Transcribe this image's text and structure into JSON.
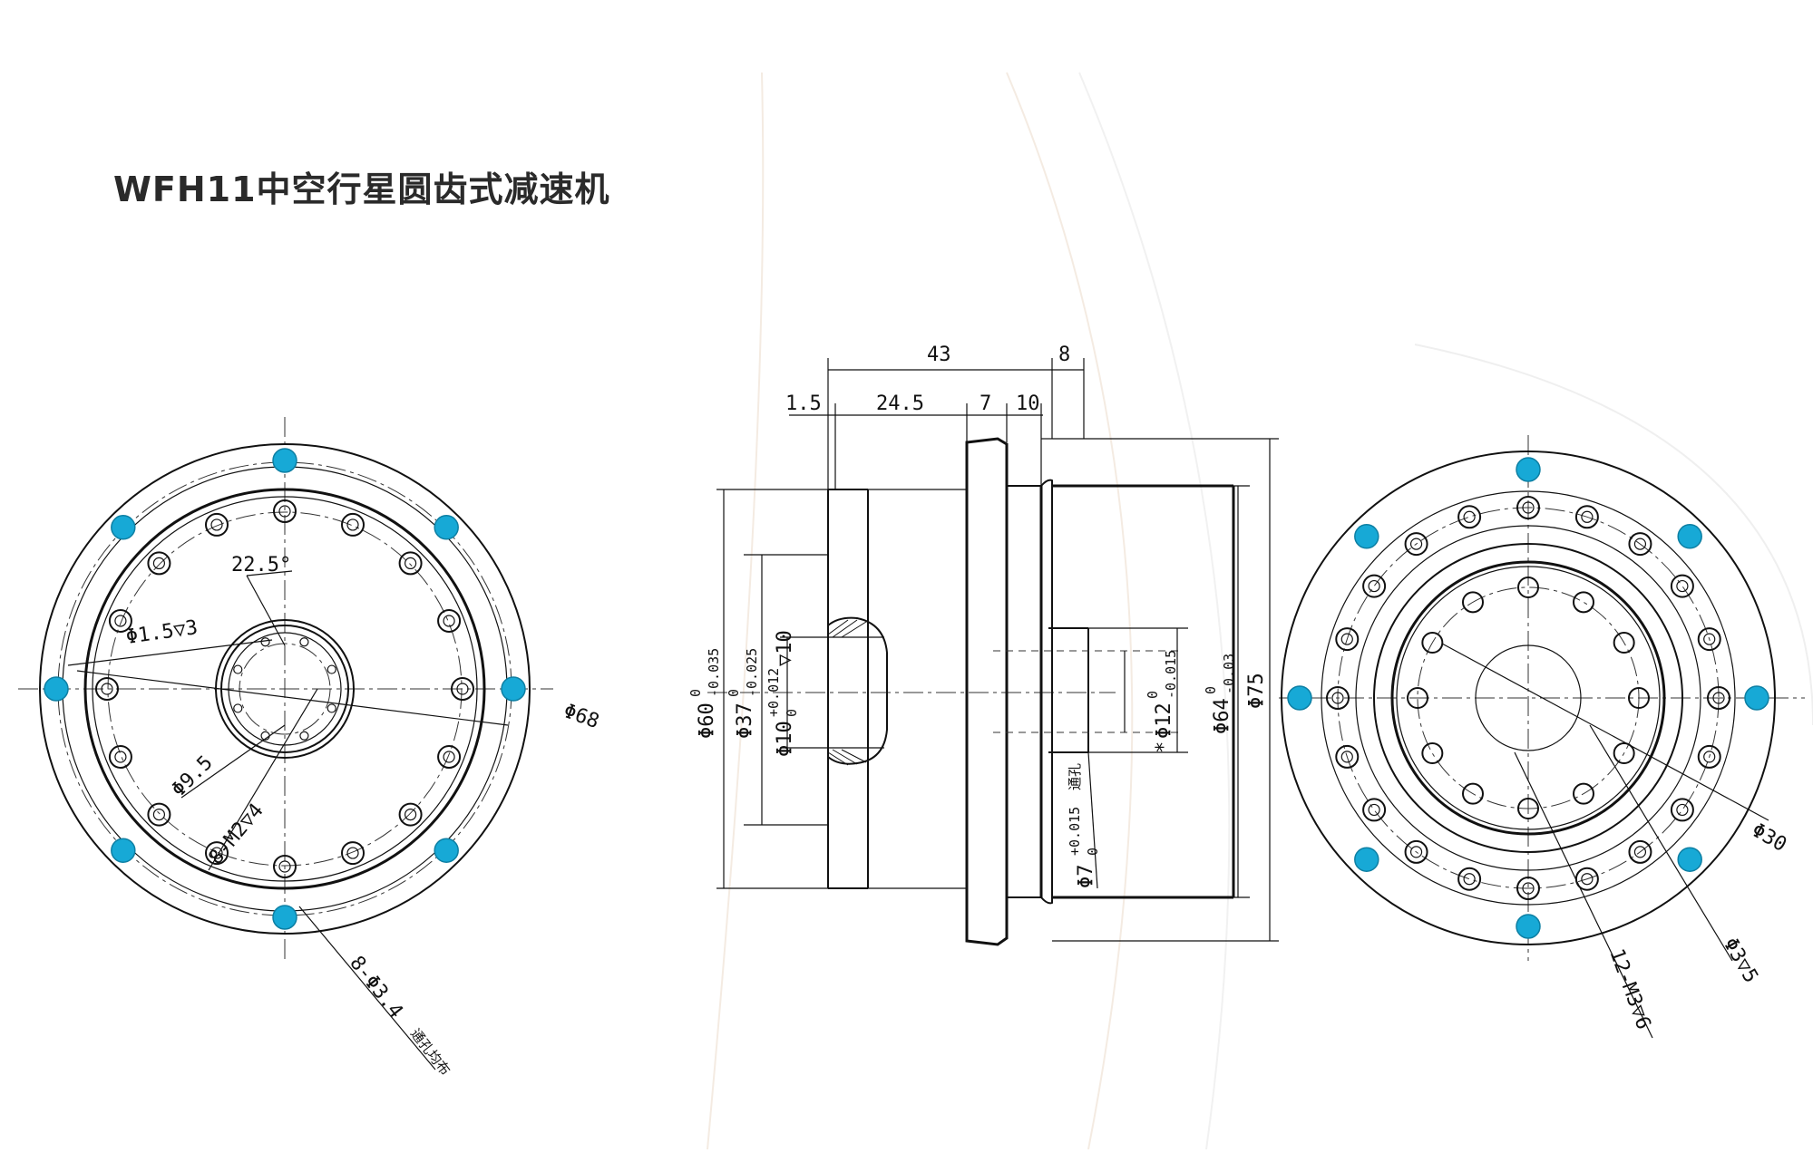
{
  "title": "WFH11中空行星圆齿式减速机",
  "colors": {
    "line": "#111111",
    "highlight_hole": "#17a9d6",
    "background": "#ffffff",
    "watermark_arc": "#f3ece4"
  },
  "left_view": {
    "angle_label": "22.5°",
    "pin_hole_label": "Φ1.5▽3",
    "outer_pcd_label": "Φ68",
    "bore_label": "Φ9.5",
    "thread_label": "8-M2▽4",
    "through_hole_label": "8-Φ3.4",
    "through_hole_note": "通孔均布"
  },
  "side_view": {
    "dims": {
      "overall": "43",
      "flange": "8",
      "d1": "1.5",
      "d2": "24.5",
      "d3": "7",
      "d4": "10"
    },
    "diameters": {
      "d60": "Φ60",
      "d60_tol": [
        "0",
        "-0.035"
      ],
      "d37": "Φ37",
      "d37_tol": [
        "0",
        "-0.025"
      ],
      "d10": "Φ10",
      "d10_tol": [
        "+0.012",
        "0"
      ],
      "d10_depth": "▽10",
      "d7": "Φ7",
      "d7_tol": [
        "+0.015",
        "0"
      ],
      "d7_note": "通孔",
      "d12": "Φ12",
      "d12_tol": [
        "0",
        "-0.015"
      ],
      "d12_mark": "*",
      "d64": "Φ64",
      "d64_tol": [
        "0",
        "-0.03"
      ],
      "d75": "Φ75"
    }
  },
  "right_view": {
    "center_label": "Φ30",
    "pin_label": "Φ3▽5",
    "thread_label": "12-M3▽6"
  }
}
